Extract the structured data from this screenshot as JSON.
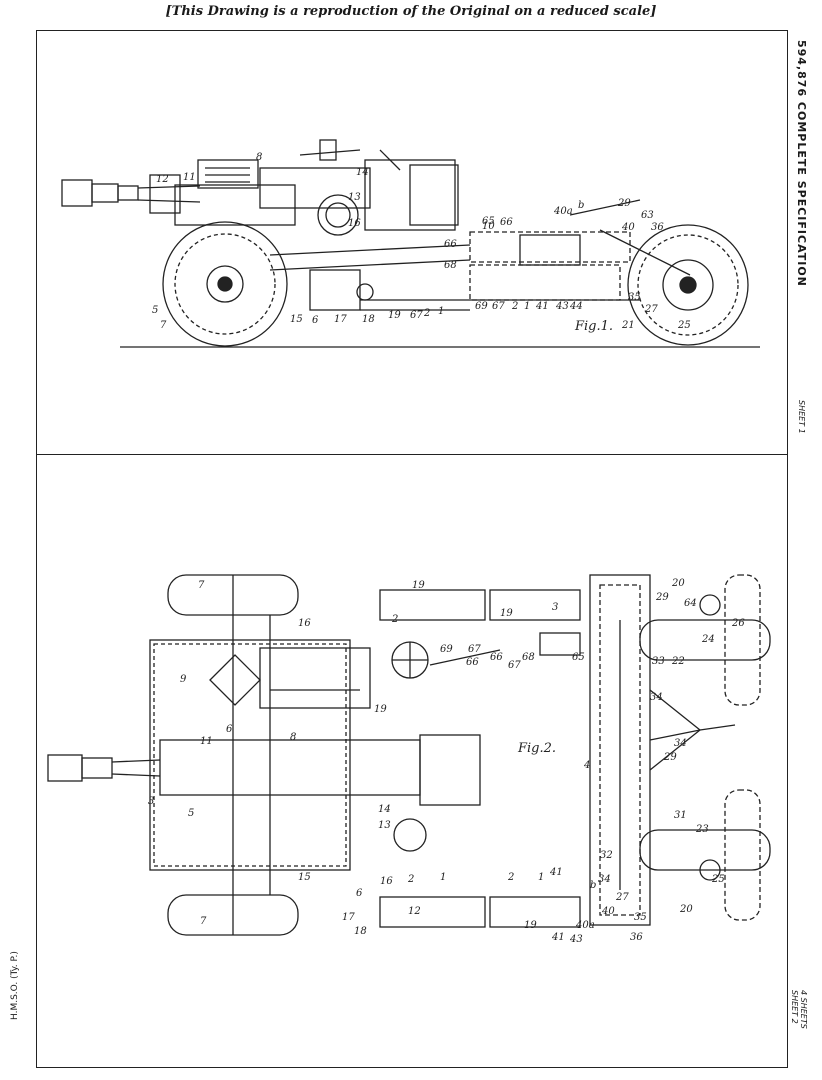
{
  "header_note": "[This Drawing is a reproduction of the Original on a reduced scale]",
  "side_title": "594,876   COMPLETE   SPECIFICATION",
  "sheet1_label": "SHEET 1",
  "sheets_count_label": "4 SHEETS",
  "sheet2_label": "SHEET 2",
  "printer_mark": "H.M.S.O. (Ty. P.)",
  "figure1": {
    "caption": "Fig.1.",
    "labels": [
      "12",
      "11",
      "8",
      "14",
      "13",
      "16",
      "66",
      "65",
      "68",
      "10",
      "66",
      "40a",
      "b",
      "29",
      "40",
      "36",
      "63",
      "5",
      "7",
      "15",
      "6",
      "17",
      "18",
      "19",
      "67",
      "2",
      "1",
      "69",
      "67",
      "2",
      "1",
      "41",
      "43",
      "44",
      "35",
      "27",
      "21",
      "25"
    ]
  },
  "figure2": {
    "caption": "Fig.2.",
    "labels": [
      "7",
      "19",
      "16",
      "2",
      "19",
      "3",
      "20",
      "29",
      "64",
      "26",
      "9",
      "69",
      "67",
      "68",
      "65",
      "24",
      "22",
      "33",
      "66",
      "66",
      "67",
      "6",
      "8",
      "19",
      "34",
      "11",
      "4",
      "29",
      "34",
      "3",
      "5",
      "14",
      "13",
      "31",
      "23",
      "32",
      "15",
      "6",
      "16",
      "2",
      "1",
      "2",
      "1",
      "41",
      "b",
      "34",
      "27",
      "25",
      "7",
      "17",
      "18",
      "12",
      "19",
      "41",
      "40a",
      "40",
      "20",
      "35",
      "43",
      "36"
    ]
  }
}
